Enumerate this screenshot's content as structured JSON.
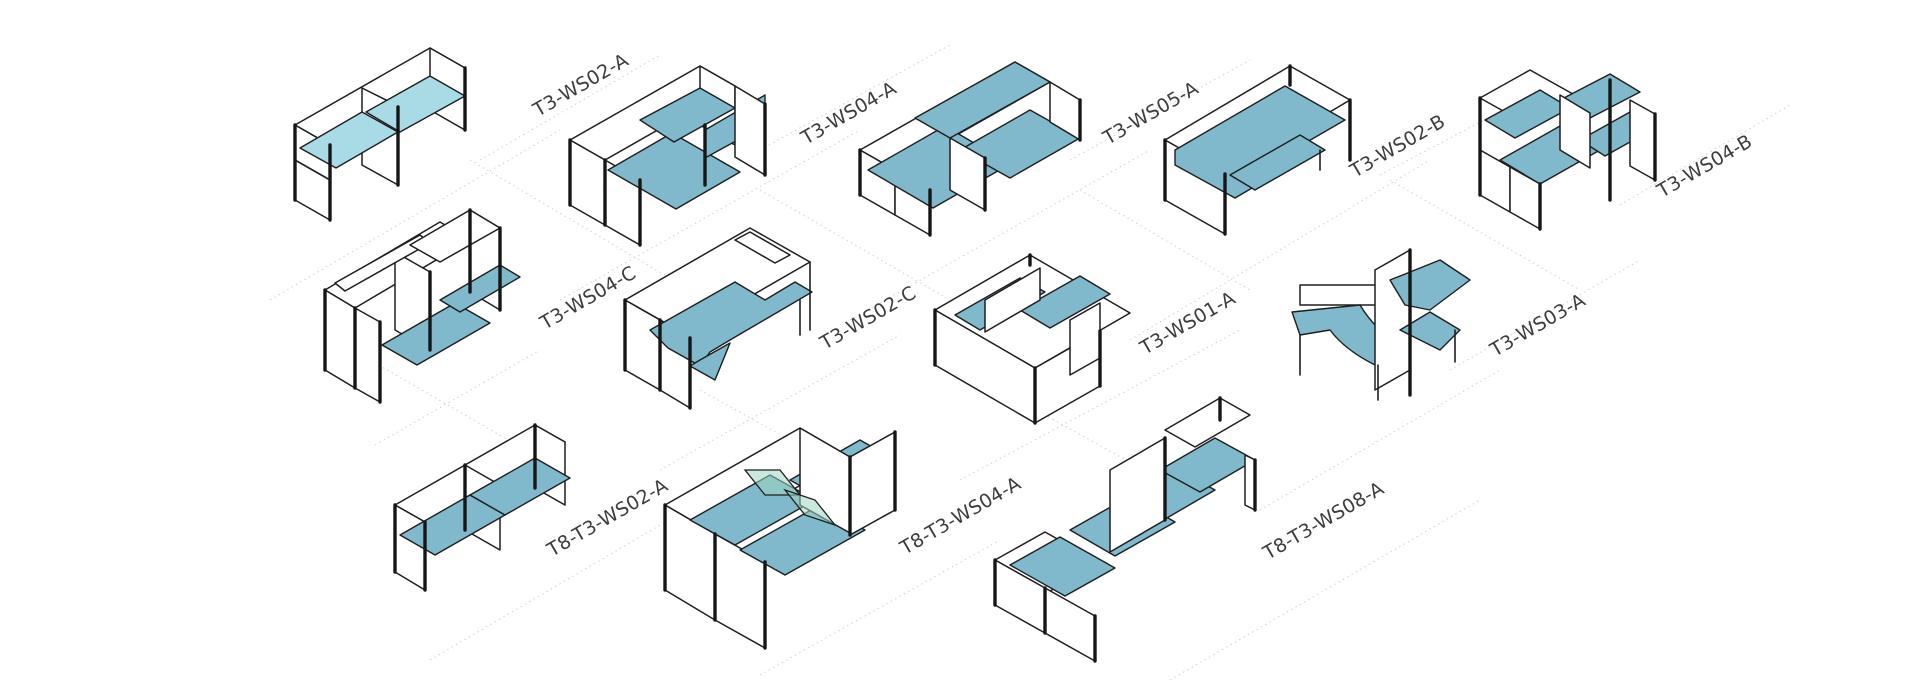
{
  "colors": {
    "desk": "#7fb9cb",
    "desk_light": "#a9dbe6",
    "glass": "#9fd6c2",
    "line": "#1e1e1e",
    "label": "#3d3d3d",
    "grid": "#cfcfcf"
  },
  "workstations": [
    {
      "id": "T3-WS02-A",
      "label": "T3-WS02-A"
    },
    {
      "id": "T3-WS04-A",
      "label": "T3-WS04-A"
    },
    {
      "id": "T3-WS05-A",
      "label": "T3-WS05-A"
    },
    {
      "id": "T3-WS02-B",
      "label": "T3-WS02-B"
    },
    {
      "id": "T3-WS04-B",
      "label": "T3-WS04-B"
    },
    {
      "id": "T3-WS04-C",
      "label": "T3-WS04-C"
    },
    {
      "id": "T3-WS02-C",
      "label": "T3-WS02-C"
    },
    {
      "id": "T3-WS01-A",
      "label": "T3-WS01-A"
    },
    {
      "id": "T3-WS03-A",
      "label": "T3-WS03-A"
    },
    {
      "id": "T8-T3-WS02-A",
      "label": "T8-T3-WS02-A"
    },
    {
      "id": "T8-T3-WS04-A",
      "label": "T8-T3-WS04-A"
    },
    {
      "id": "T8-T3-WS08-A",
      "label": "T8-T3-WS08-A"
    }
  ]
}
